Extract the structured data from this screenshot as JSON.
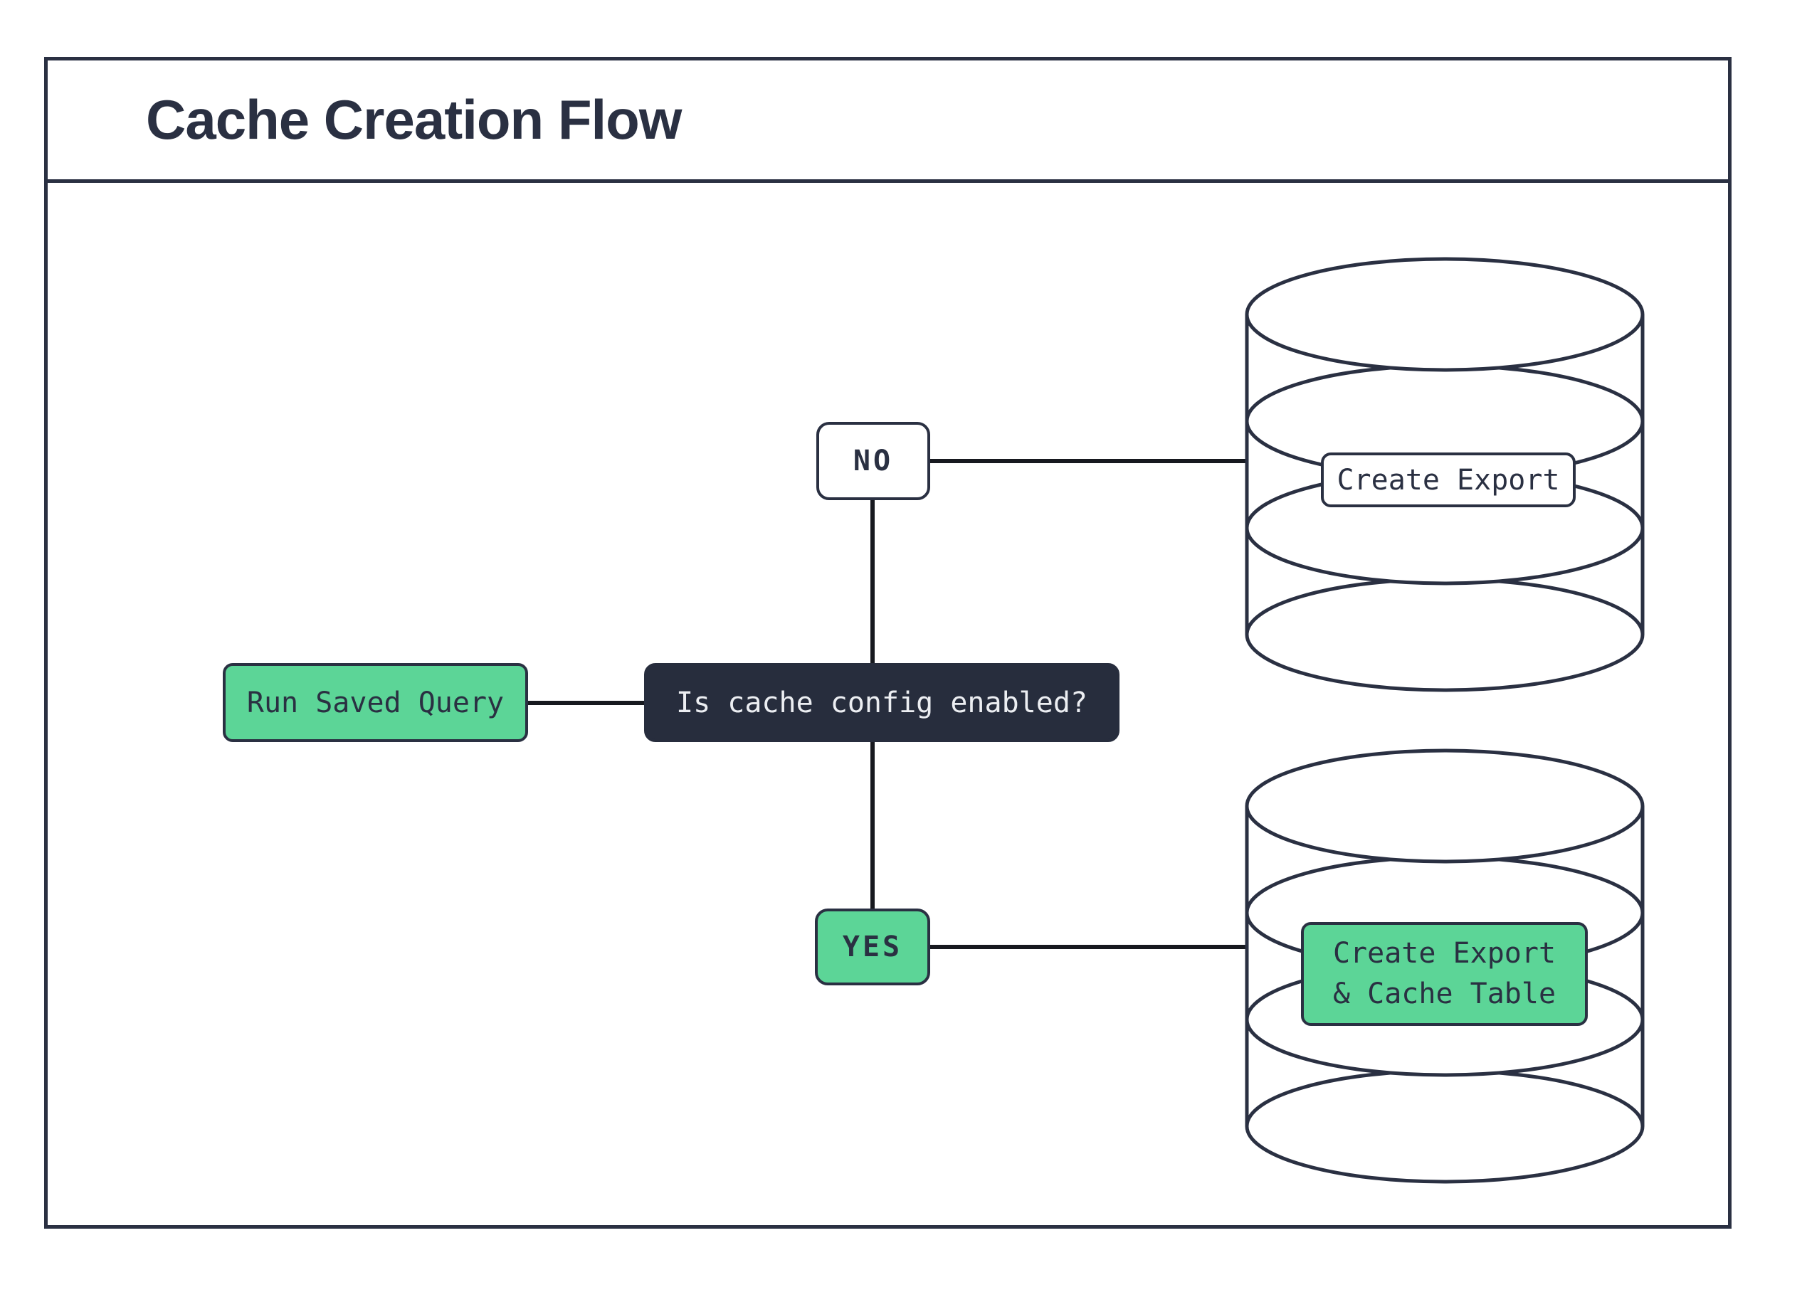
{
  "page": {
    "title": "Cache Creation Flow"
  },
  "flow": {
    "start": "Run Saved Query",
    "decision": "Is cache config enabled?",
    "branch_no": "NO",
    "branch_yes": "YES",
    "no_outcome": "Create Export",
    "yes_outcome_line1": "Create Export",
    "yes_outcome_line2": "& Cache Table"
  },
  "icons": {
    "top_database": "database-cylinder-icon",
    "bottom_database": "database-cylinder-icon"
  },
  "colors": {
    "ink": "#2a3042",
    "green": "#5cd597",
    "decision_bg": "#272d3d",
    "decision_text": "#eceef2",
    "connector": "#17191f",
    "background": "#ffffff"
  }
}
